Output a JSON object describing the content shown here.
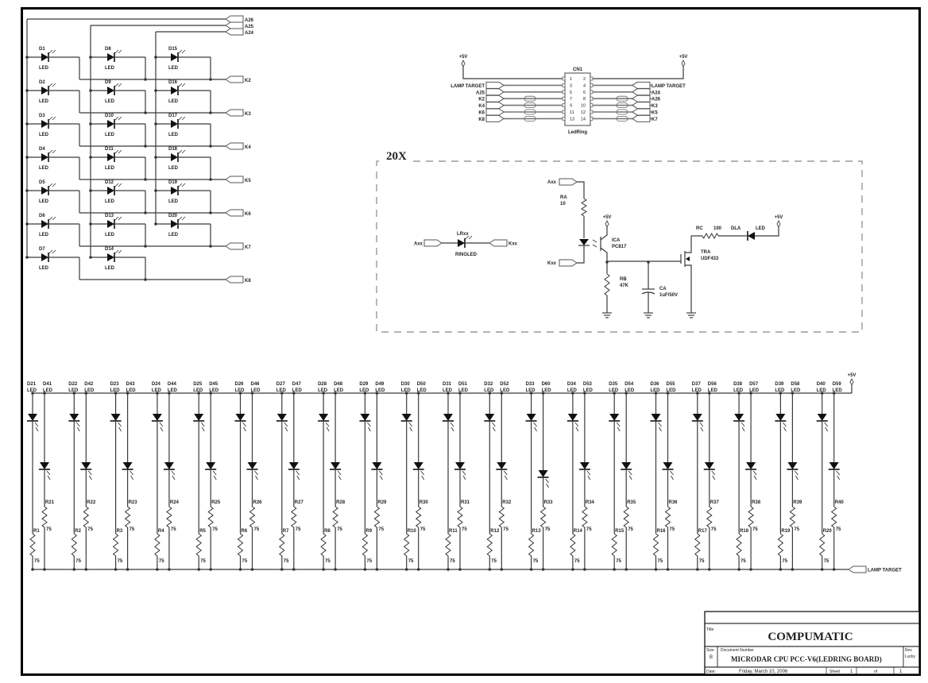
{
  "sheet": {
    "border_color": "#000000",
    "wire_color": "#3a3a3a"
  },
  "matrix": {
    "top_connectors": [
      "A26",
      "A25",
      "A24"
    ],
    "columns": [
      {
        "diodes": [
          "D1",
          "D2",
          "D3",
          "D4",
          "D5",
          "D6",
          "D7"
        ]
      },
      {
        "diodes": [
          "D8",
          "D9",
          "D10",
          "D11",
          "D12",
          "D13",
          "D14"
        ]
      },
      {
        "diodes": [
          "D15",
          "D16",
          "D17",
          "D18",
          "D19",
          "D20"
        ]
      }
    ],
    "diode_value": "LED",
    "row_connectors": [
      "K2",
      "K3",
      "K4",
      "K5",
      "K6",
      "K7",
      "K8"
    ]
  },
  "cn1": {
    "ref": "CN1",
    "part": "LedRing",
    "supply_left": "+5V",
    "supply_right": "+5V",
    "pins_left": [
      "1",
      "3",
      "5",
      "7",
      "9",
      "11",
      "13"
    ],
    "pins_right": [
      "2",
      "4",
      "6",
      "8",
      "10",
      "12",
      "14"
    ],
    "nets_left": [
      "",
      "LAMP TARGET",
      "A25",
      "K2",
      "K4",
      "K6",
      "K8"
    ],
    "nets_right": [
      "",
      "LAMP TARGET",
      "A24",
      "A26",
      "K3",
      "K5",
      "K7"
    ]
  },
  "block20x": {
    "title": "20X",
    "ringled": {
      "ref": "LRxx",
      "value": "RINGLED",
      "anode": "Axx",
      "cathode": "Kxx"
    },
    "driver": {
      "in_anode": "Axx",
      "in_cathode": "Kxx",
      "ra_ref": "RA",
      "ra_val": "10",
      "ica_ref": "ICA",
      "ica_val": "PC817",
      "rb_ref": "RB",
      "rb_val": "47K",
      "ca_ref": "CA",
      "ca_val": "1uF/50V",
      "tra_ref": "TRA",
      "tra_val": "UDF433",
      "rc_ref": "RC",
      "rc_val": "100",
      "dla_ref": "DLA",
      "dla_val": "LED",
      "vcc1": "+5V",
      "vcc2": "+5V"
    }
  },
  "lamp_array": {
    "supply": "+5V",
    "output": "LAMP TARGET",
    "diode_value": "LED",
    "resistor_value": "75",
    "strings": [
      {
        "d1": "D21",
        "d2": "D41",
        "r1": "R1",
        "r2": "R21"
      },
      {
        "d1": "D22",
        "d2": "D42",
        "r1": "R2",
        "r2": "R22"
      },
      {
        "d1": "D23",
        "d2": "D43",
        "r1": "R3",
        "r2": "R23"
      },
      {
        "d1": "D24",
        "d2": "D44",
        "r1": "R4",
        "r2": "R24"
      },
      {
        "d1": "D25",
        "d2": "D45",
        "r1": "R5",
        "r2": "R25"
      },
      {
        "d1": "D26",
        "d2": "D46",
        "r1": "R6",
        "r2": "R26"
      },
      {
        "d1": "D27",
        "d2": "D47",
        "r1": "R7",
        "r2": "R27"
      },
      {
        "d1": "D28",
        "d2": "D48",
        "r1": "R8",
        "r2": "R28"
      },
      {
        "d1": "D29",
        "d2": "D49",
        "r1": "R9",
        "r2": "R29"
      },
      {
        "d1": "D30",
        "d2": "D50",
        "r1": "R10",
        "r2": "R30"
      },
      {
        "d1": "D31",
        "d2": "D51",
        "r1": "R11",
        "r2": "R31"
      },
      {
        "d1": "D32",
        "d2": "D52",
        "r1": "R12",
        "r2": "R32"
      },
      {
        "d1": "D33",
        "d2": "D60",
        "r1": "R13",
        "r2": "R33"
      },
      {
        "d1": "D34",
        "d2": "D53",
        "r1": "R14",
        "r2": "R34"
      },
      {
        "d1": "D35",
        "d2": "D54",
        "r1": "R15",
        "r2": "R35"
      },
      {
        "d1": "D36",
        "d2": "D55",
        "r1": "R16",
        "r2": "R36"
      },
      {
        "d1": "D37",
        "d2": "D56",
        "r1": "R17",
        "r2": "R37"
      },
      {
        "d1": "D38",
        "d2": "D57",
        "r1": "R18",
        "r2": "R38"
      },
      {
        "d1": "D39",
        "d2": "D58",
        "r1": "R19",
        "r2": "R39"
      },
      {
        "d1": "D40",
        "d2": "D59",
        "r1": "R20",
        "r2": "R40"
      }
    ]
  },
  "title_block": {
    "title_label": "Title",
    "title": "COMPUMATIC",
    "size_label": "Size",
    "size": "B",
    "docnum_label": "Document Number",
    "docnum": "MICRODAR CPU PCC-V6(LEDRING BOARD)",
    "rev_label": "Rev",
    "rev": "Lucky",
    "date_label": "Date:",
    "date": "Friday, March 10, 2006",
    "sheet_label": "Sheet",
    "sheet": "1",
    "of_label": "of",
    "of": "1"
  }
}
